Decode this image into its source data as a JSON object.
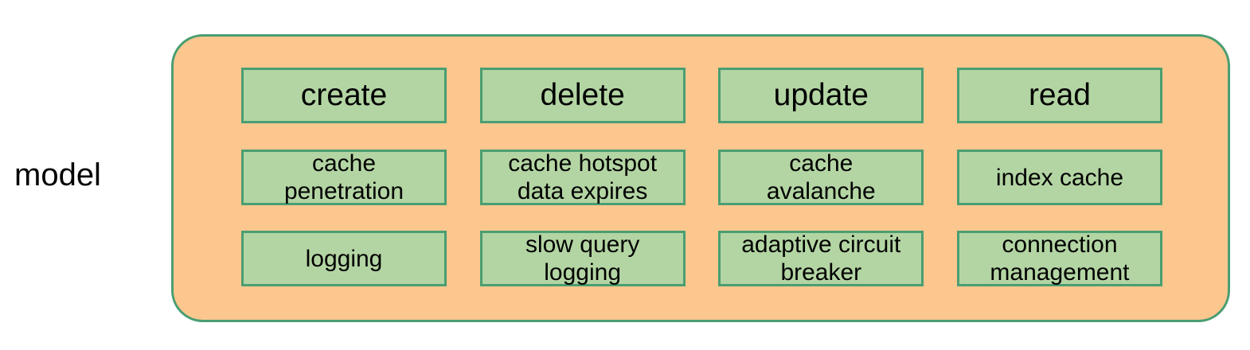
{
  "diagram": {
    "type": "grouped-box-diagram",
    "side_label": "model",
    "container": {
      "name": "model-container",
      "fill_color": "#fbc78e",
      "border_color": "#4a9e72"
    },
    "cell_style": {
      "fill_color": "#b3d5a3",
      "border_color": "#4a9e72"
    },
    "rows": [
      {
        "name": "operations-row",
        "cells": [
          {
            "label": "create"
          },
          {
            "label": "delete"
          },
          {
            "label": "update"
          },
          {
            "label": "read"
          }
        ]
      },
      {
        "name": "cache-concerns-row",
        "cells": [
          {
            "label": "cache\npenetration"
          },
          {
            "label": "cache hotspot\ndata expires"
          },
          {
            "label": "cache\navalanche"
          },
          {
            "label": "index cache"
          }
        ]
      },
      {
        "name": "reliability-concerns-row",
        "cells": [
          {
            "label": "logging"
          },
          {
            "label": "slow query\nlogging"
          },
          {
            "label": "adaptive circuit\nbreaker"
          },
          {
            "label": "connection\nmanagement"
          }
        ]
      }
    ]
  }
}
